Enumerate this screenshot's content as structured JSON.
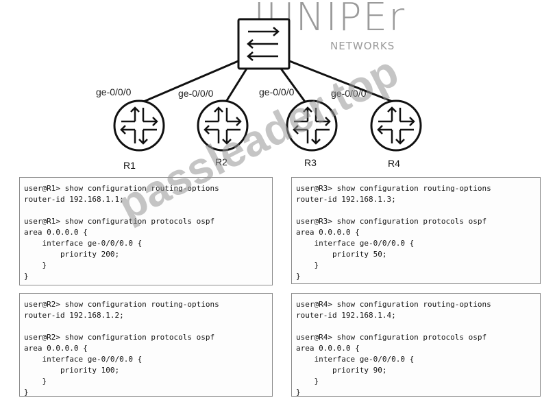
{
  "logo": {
    "word": "JUNIPEr",
    "sub": "NETWORKS",
    "color": "#9a9a9a"
  },
  "topology": {
    "switch_icon": "switch-icon",
    "router_icon": "router-icon",
    "routers": [
      {
        "name": "R1",
        "interface": "ge-0/0/0"
      },
      {
        "name": "R2",
        "interface": "ge-0/0/0"
      },
      {
        "name": "R3",
        "interface": "ge-0/0/0"
      },
      {
        "name": "R4",
        "interface": "ge-0/0/0"
      }
    ]
  },
  "configs": [
    {
      "router": "R1",
      "lines": [
        "user@R1> show configuration routing-options",
        "router-id 192.168.1.1;",
        "",
        "user@R1> show configuration protocols ospf",
        "area 0.0.0.0 {",
        "    interface ge-0/0/0.0 {",
        "        priority 200;",
        "    }",
        "}"
      ]
    },
    {
      "router": "R3",
      "lines": [
        "user@R3> show configuration routing-options",
        "router-id 192.168.1.3;",
        "",
        "user@R3> show configuration protocols ospf",
        "area 0.0.0.0 {",
        "    interface ge-0/0/0.0 {",
        "        priority 50;",
        "    }",
        "}"
      ]
    },
    {
      "router": "R2",
      "lines": [
        "user@R2> show configuration routing-options",
        "router-id 192.168.1.2;",
        "",
        "user@R2> show configuration protocols ospf",
        "area 0.0.0.0 {",
        "    interface ge-0/0/0.0 {",
        "        priority 100;",
        "    }",
        "}"
      ]
    },
    {
      "router": "R4",
      "lines": [
        "user@R4> show configuration routing-options",
        "router-id 192.168.1.4;",
        "",
        "user@R4> show configuration protocols ospf",
        "area 0.0.0.0 {",
        "    interface ge-0/0/0.0 {",
        "        priority 90;",
        "    }",
        "}"
      ]
    }
  ],
  "watermark": "passleader.top"
}
